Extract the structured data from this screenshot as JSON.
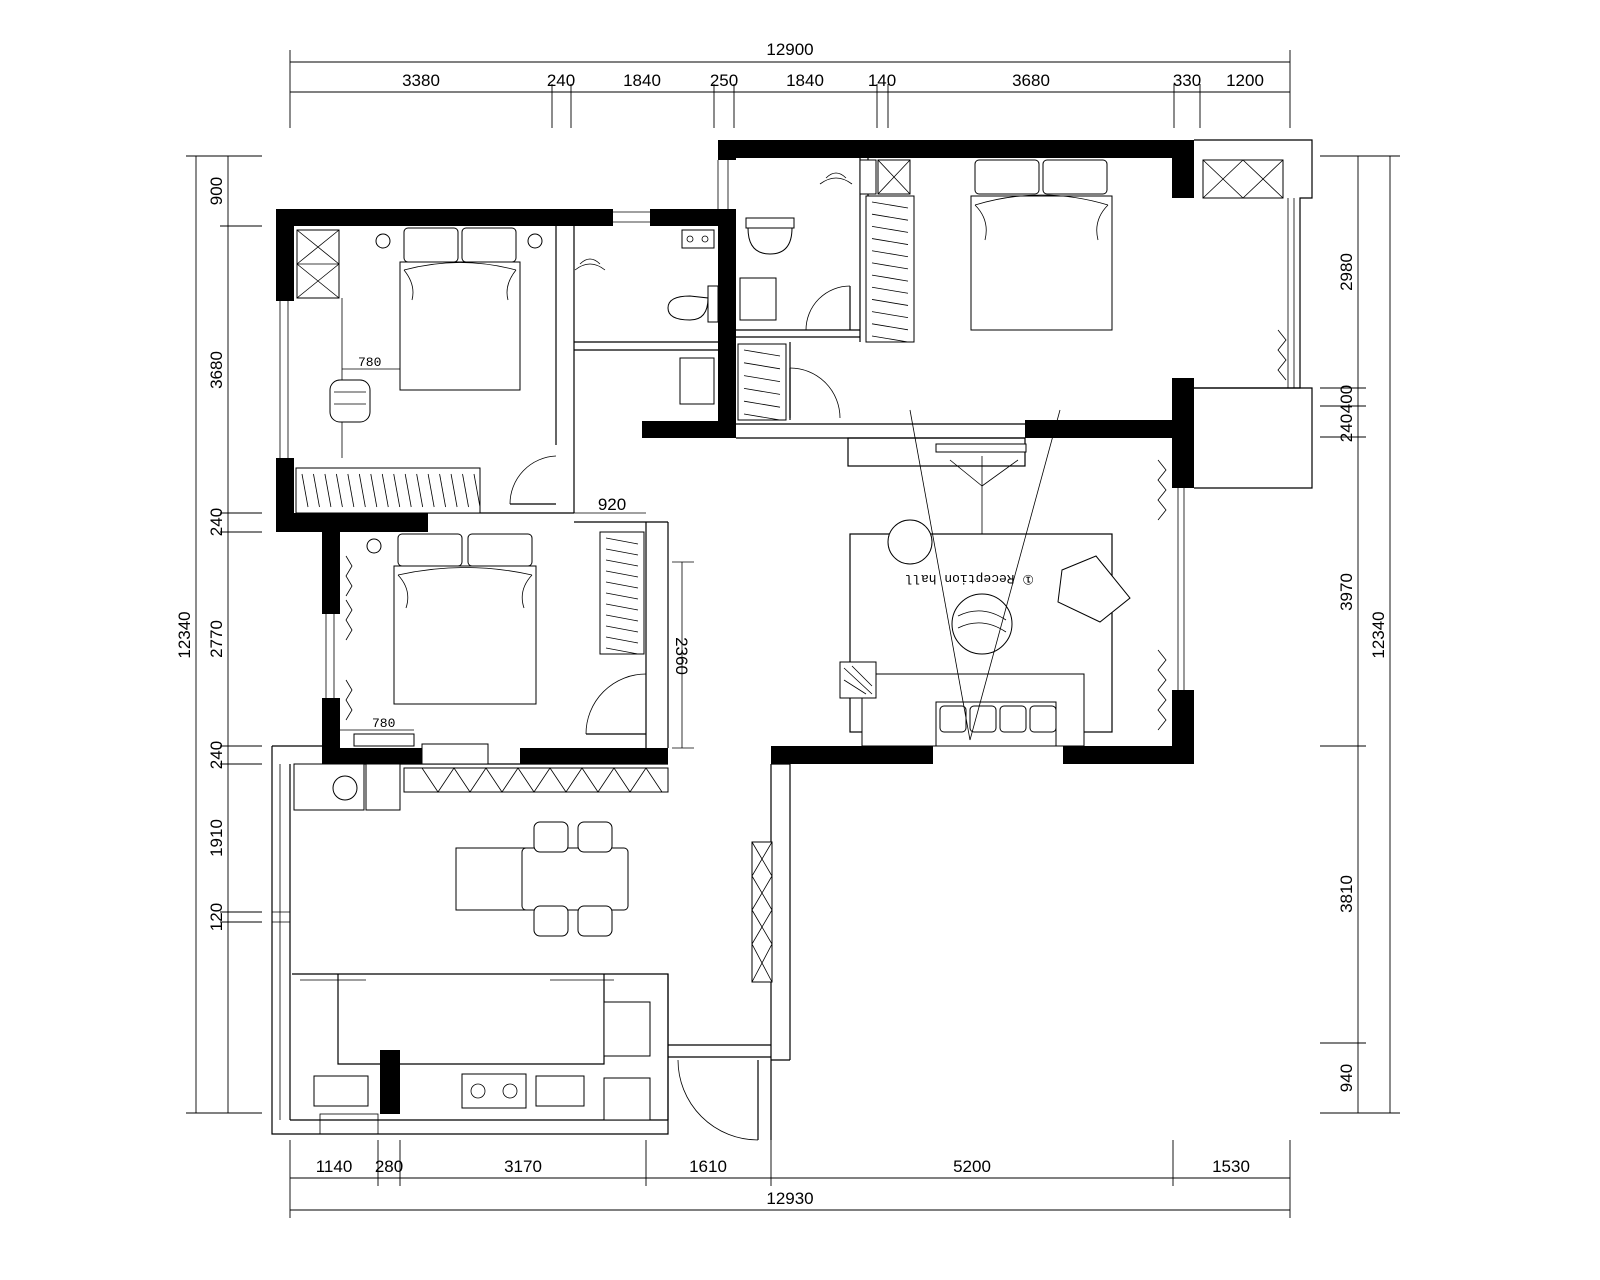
{
  "top_dims": {
    "overall": "12900",
    "segments": [
      "3380",
      "240",
      "1840",
      "250",
      "1840",
      "140",
      "3680",
      "330",
      "1200"
    ]
  },
  "bottom_dims": {
    "overall": "12930",
    "segments": [
      "1140",
      "280",
      "3170",
      "1610",
      "5200",
      "1530"
    ]
  },
  "left_dims": {
    "overall": "12340",
    "segments": [
      "900",
      "3680",
      "240",
      "2770",
      "240",
      "1910",
      "120"
    ]
  },
  "right_dims": {
    "overall": "12340",
    "segments": [
      "2980",
      "240",
      "400",
      "3970",
      "3810",
      "940"
    ]
  },
  "interior_dims": {
    "bed1_desk": "780",
    "bed2_desk": "780",
    "corridor": "920",
    "wardrobe_height": "2360"
  },
  "labels": {
    "reception_hall": "① Reception hall"
  },
  "colors": {
    "wall": "#000000",
    "background": "#ffffff"
  }
}
